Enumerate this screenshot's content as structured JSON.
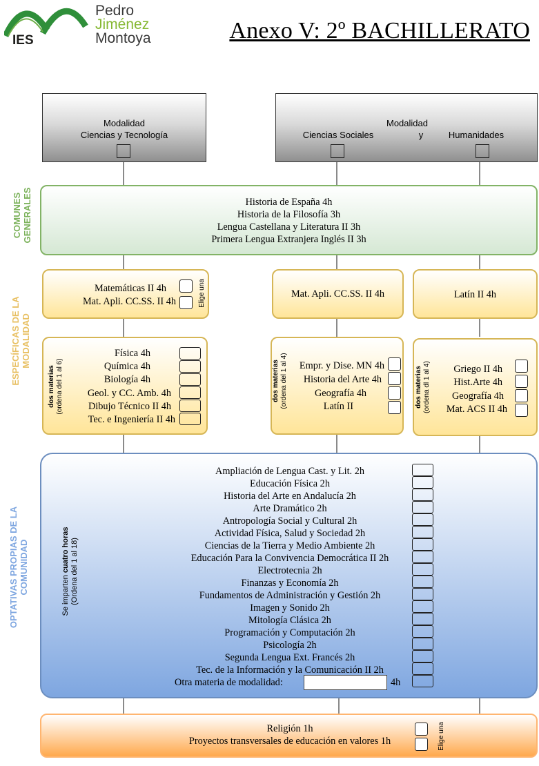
{
  "logo": {
    "abbr": "IES",
    "line1": "Pedro",
    "line2": "Jiménez",
    "line3": "Montoya",
    "colors": {
      "green": "#2f8f3a",
      "name_green": "#86b833",
      "dark": "#3a3a3a"
    }
  },
  "title": "Anexo V: 2º BACHILLERATO",
  "modalidades": {
    "ciencias": {
      "line1": "Modalidad",
      "line2": "Ciencias y Tecnología"
    },
    "sociales": {
      "line1": "Modalidad",
      "left": "Ciencias Sociales",
      "y": "y",
      "right": "Humanidades"
    }
  },
  "side_labels": {
    "comunes": "COMUNES GENERALES",
    "especificas": "ESPECÍFICAS DE LA MODALIDAD",
    "optativas": "OPTATIVAS PROPIAS DE LA COMUNIDAD"
  },
  "comunes": [
    "Historia de España 4h",
    "Historia de la Filosofía 3h",
    "Lengua Castellana y Literatura II 3h",
    "Primera Lengua Extranjera Inglés II 3h"
  ],
  "especificas_mat": {
    "ciencias": [
      "Matemáticas II 4h",
      "Mat. Apli. CC.SS. II 4h"
    ],
    "elige": "Elige una",
    "sociales": "Mat. Apli. CC.SS. II 4h",
    "humanidades": "Latín II 4h"
  },
  "dos_materias": {
    "label": "dos materias",
    "ciencias": {
      "note": "(ordena del 1 al 6)",
      "items": [
        "Física 4h",
        "Química 4h",
        "Biología 4h",
        "Geol. y CC. Amb. 4h",
        "Dibujo Técnico II 4h",
        "Tec. e Ingeniería II 4h"
      ]
    },
    "sociales": {
      "note": "(ordena del 1 al 4)",
      "items": [
        "Empr. y Dise. MN 4h",
        "Historia del Arte 4h",
        "Geografía 4h",
        "Latín II"
      ]
    },
    "humanidades": {
      "note": "(ordena dl 1 al 4)",
      "items": [
        "Griego II 4h",
        "Hist.Arte 4h",
        "Geografía 4h",
        "Mat. ACS II 4h"
      ]
    }
  },
  "optativas": {
    "note_prefix": "Se imparten",
    "note_bold": "cuatro horas",
    "note_line2": "(Ordena del 1 al 18)",
    "items": [
      "Ampliación de Lengua Cast. y Lit. 2h",
      "Educación Física 2h",
      "Historia del Arte en Andalucía 2h",
      "Arte Dramático 2h",
      "Antropología Social y Cultural 2h",
      "Actividad Física, Salud y Sociedad 2h",
      "Ciencias de la Tierra y Medio Ambiente 2h",
      "Educación Para la Convivencia Democrática II 2h",
      "Electrotecnia 2h",
      "Finanzas y Economía 2h",
      "Fundamentos de Administración y Gestión 2h",
      "Imagen y Sonido 2h",
      "Mitología Clásica 2h",
      "Programación y Computación 2h",
      "Psicología 2h",
      "Segunda Lengua Ext. Francés 2h",
      "Tec. de la Información  y la Comunicación II  2h"
    ],
    "otra_label": "Otra materia de modalidad:",
    "otra_value": "",
    "otra_suffix": "4h"
  },
  "religion": {
    "items": [
      "Religión 1h",
      "Proyectos transversales de educación en valores  1h"
    ],
    "elige": "Elige una"
  }
}
